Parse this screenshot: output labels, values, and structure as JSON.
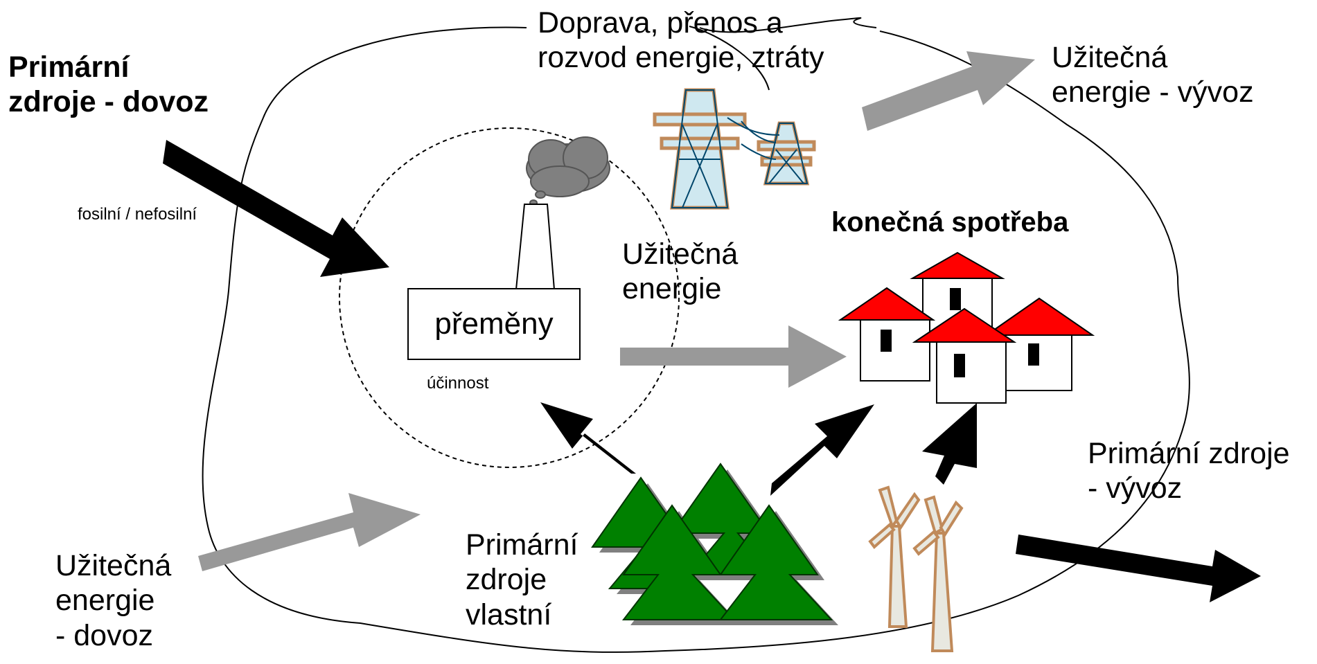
{
  "labels": {
    "primary_import": [
      "Primární",
      "zdroje - dovoz"
    ],
    "fuel_type": "fosilní / nefosilní",
    "transport": [
      "Doprava, přenos a",
      "rozvod  energie, ztráty"
    ],
    "useful_export": [
      "Užitečná",
      "energie - vývoz"
    ],
    "final_consumption": "konečná spotřeba",
    "useful_energy": [
      "Užitečná",
      "energie"
    ],
    "conversions": "přeměny",
    "efficiency": "účinnost",
    "primary_export": [
      "Primární zdroje",
      "- vývoz"
    ],
    "primary_own": [
      "Primární",
      "zdroje",
      "vlastní"
    ],
    "useful_import": [
      "Užitečná",
      "energie",
      "- dovoz"
    ]
  },
  "colors": {
    "black_arrow": "#000000",
    "gray_arrow": "#999999",
    "roof": "#ff0000",
    "tree": "#008000",
    "tree_shadow": "#808080",
    "smoke": "#808080",
    "pylon": "#cfe8f0",
    "pylon_outline": "#c08a5a"
  },
  "icons": [
    "power-pylon-icon",
    "smokestack-icon",
    "smoke-cloud-icon",
    "houses-icon",
    "trees-icon",
    "wind-turbines-icon"
  ]
}
